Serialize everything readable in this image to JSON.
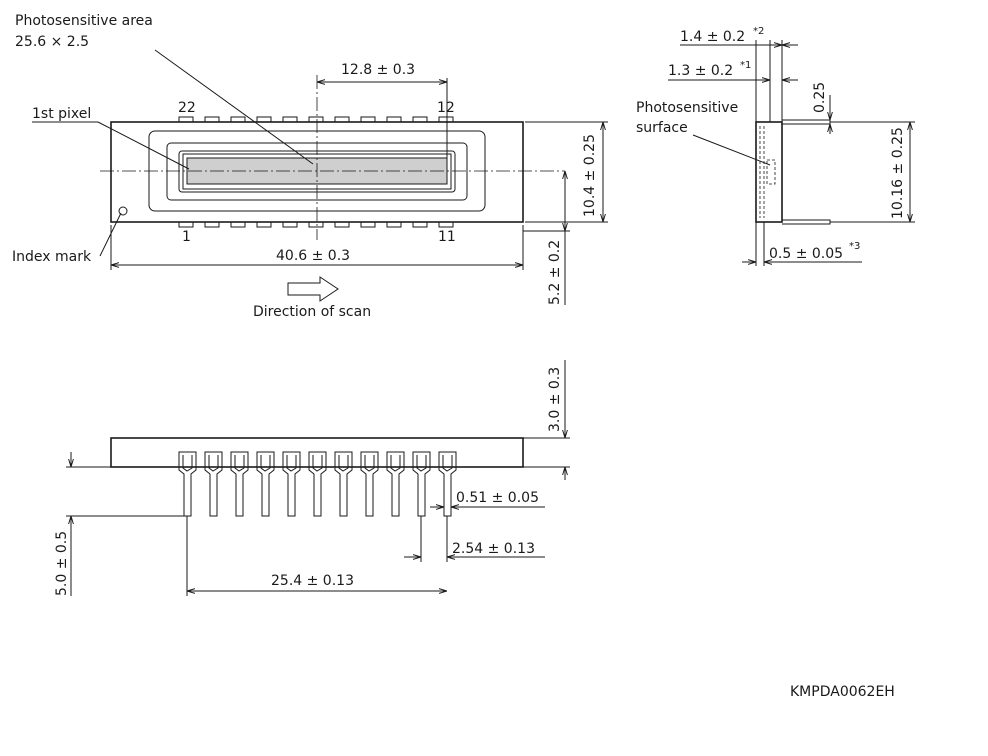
{
  "labels": {
    "photosensitive_area_title": "Photosensitive area",
    "photosensitive_area_size": "25.6 × 2.5",
    "first_pixel": "1st pixel",
    "index_mark": "Index mark",
    "direction_of_scan": "Direction of scan",
    "photosensitive_surface_line1": "Photosensitive",
    "photosensitive_surface_line2": "surface",
    "drawing_code": "KMPDA0062EH"
  },
  "pins": {
    "top_left": "22",
    "top_right": "12",
    "bottom_left": "1",
    "bottom_right": "11"
  },
  "dimensions": {
    "pixel_center_offset": "12.8 ± 0.3",
    "package_width": "40.6 ± 0.3",
    "package_height": "10.4 ± 0.25",
    "lead_span_top_view": "5.2 ± 0.2",
    "side_1_4": "1.4 ± 0.2",
    "side_1_4_note": "*2",
    "side_1_3": "1.3 ± 0.2",
    "side_1_3_note": "*1",
    "side_lead_thickness": "0.25",
    "side_row_spacing": "10.16 ± 0.25",
    "side_glass": "0.5 ± 0.05",
    "side_glass_note": "*3",
    "package_thickness": "3.0 ± 0.3",
    "lead_length": "5.0 ± 0.5",
    "lead_width": "0.51 ± 0.05",
    "lead_pitch": "2.54 ± 0.13",
    "lead_span": "25.4 ± 0.13"
  }
}
